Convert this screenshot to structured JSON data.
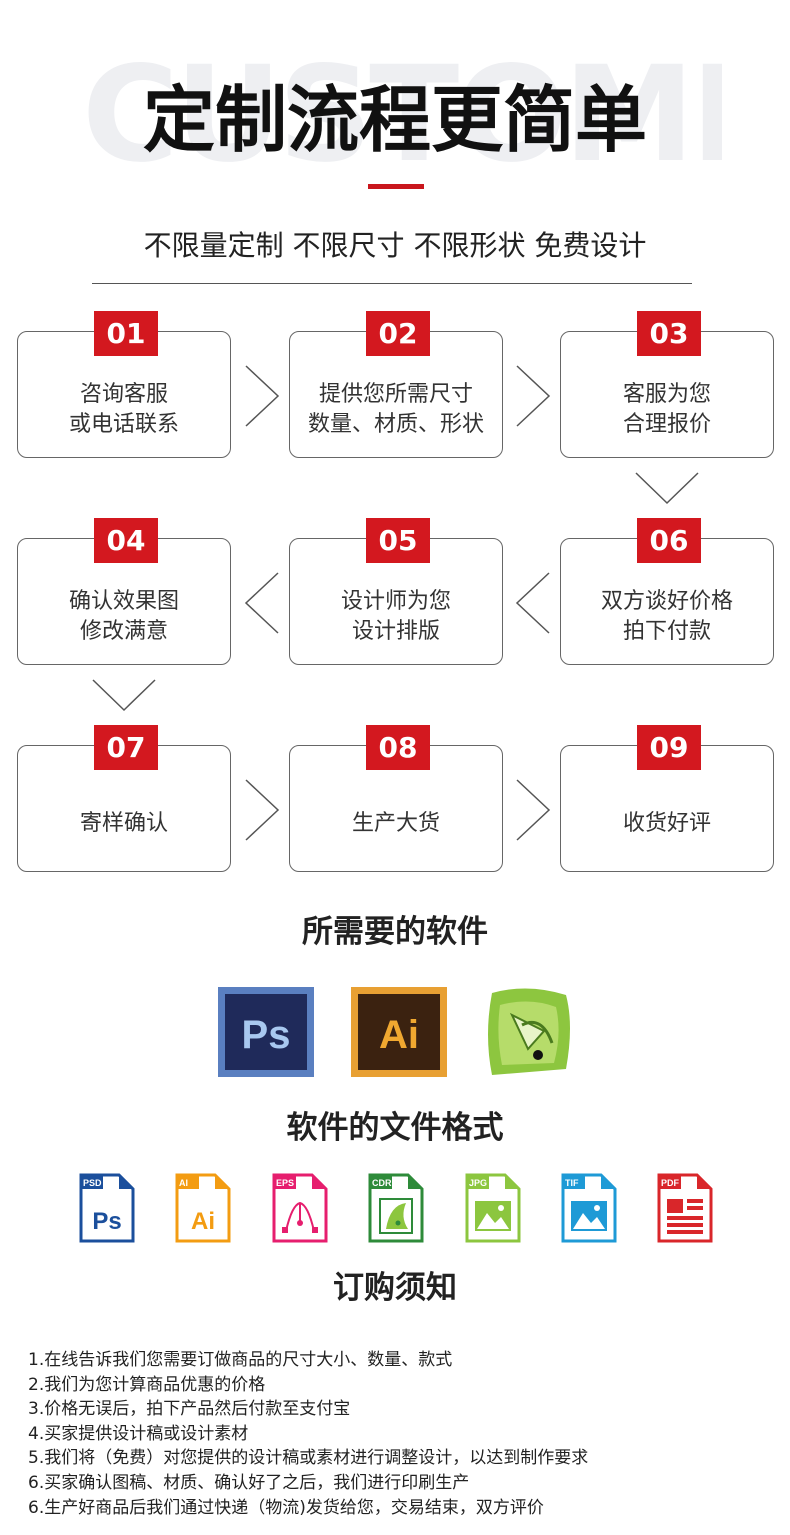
{
  "header": {
    "bg_word": "CUSTOMIZE",
    "title": "定制流程更简单",
    "subtitle": "不限量定制 不限尺寸 不限形状 免费设计"
  },
  "steps": [
    {
      "num": "01",
      "line1": "咨询客服",
      "line2": "或电话联系"
    },
    {
      "num": "02",
      "line1": "提供您所需尺寸",
      "line2": "数量、材质、形状"
    },
    {
      "num": "03",
      "line1": "客服为您",
      "line2": "合理报价"
    },
    {
      "num": "04",
      "line1": "确认效果图",
      "line2": "修改满意"
    },
    {
      "num": "05",
      "line1": "设计师为您",
      "line2": "设计排版"
    },
    {
      "num": "06",
      "line1": "双方谈好价格",
      "line2": "拍下付款"
    },
    {
      "num": "07",
      "line1": "寄样确认",
      "line2": ""
    },
    {
      "num": "08",
      "line1": "生产大货",
      "line2": ""
    },
    {
      "num": "09",
      "line1": "收货好评",
      "line2": ""
    }
  ],
  "software": {
    "heading": "所需要的软件",
    "ps_label": "Ps",
    "ai_label": "Ai",
    "corel_icon": "coreldraw-icon"
  },
  "formats": {
    "heading": "软件的文件格式",
    "items": [
      {
        "tag": "PSD",
        "glyph": "Ps",
        "color": "#1b4f9c"
      },
      {
        "tag": "AI",
        "glyph": "Ai",
        "color": "#f39c12"
      },
      {
        "tag": "EPS",
        "glyph": "",
        "color": "#e61e6e"
      },
      {
        "tag": "CDR",
        "glyph": "",
        "color": "#2e8b3a"
      },
      {
        "tag": "JPG",
        "glyph": "",
        "color": "#8cc63f"
      },
      {
        "tag": "TIF",
        "glyph": "",
        "color": "#1e9ad6"
      },
      {
        "tag": "PDF",
        "glyph": "",
        "color": "#d9262a"
      }
    ]
  },
  "notice": {
    "heading": "订购须知",
    "lines": [
      "1.在线告诉我们您需要订做商品的尺寸大小、数量、款式",
      "2.我们为您计算商品优惠的价格",
      "3.价格无误后，拍下产品然后付款至支付宝",
      "4.买家提供设计稿或设计素材",
      "5.我们将（免费）对您提供的设计稿或素材进行调整设计，以达到制作要求",
      "6.买家确认图稿、材质、确认好了之后，我们进行印刷生产",
      "6.生产好商品后我们通过快递（物流)发货给您，交易结束，双方评价"
    ]
  },
  "colors": {
    "accent": "#d3181f",
    "border": "#666666"
  }
}
